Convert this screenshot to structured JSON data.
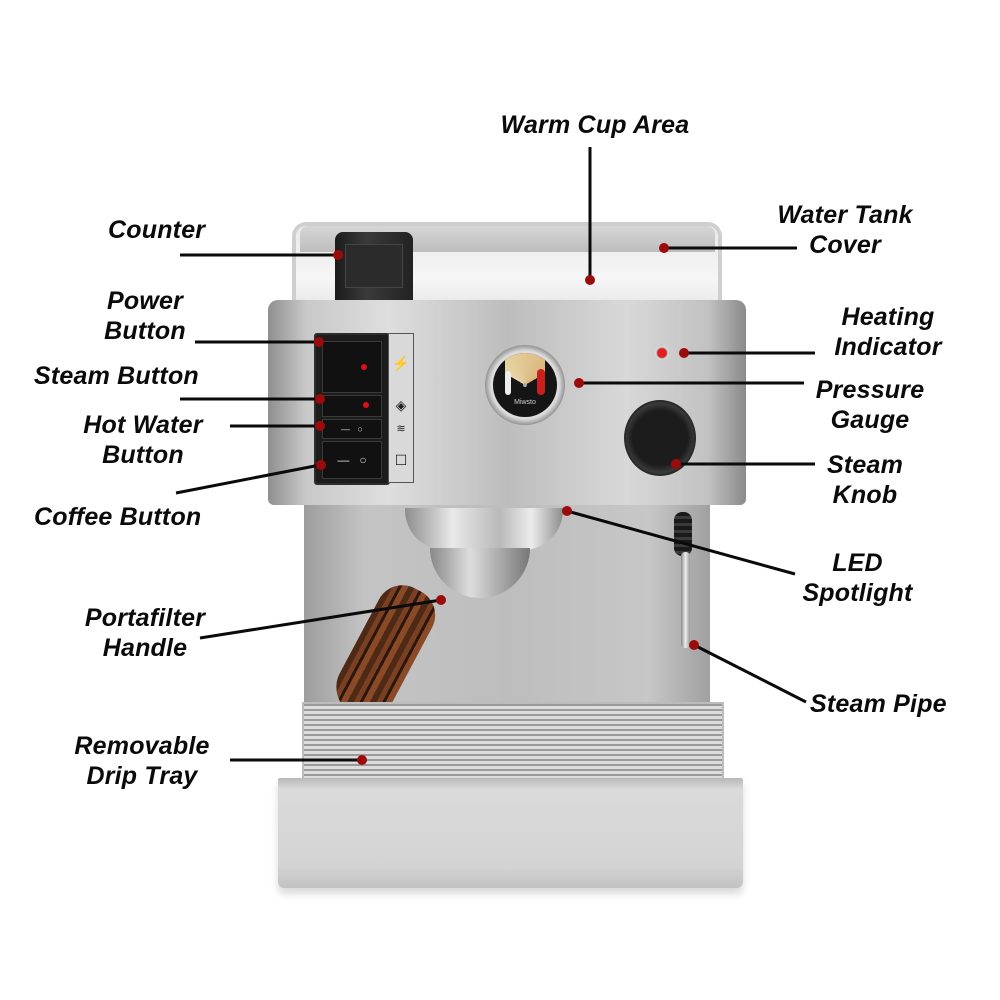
{
  "diagram": {
    "subject": "espresso machine",
    "dot_color": "#9b0b0b",
    "line_color": "#0a0a0a",
    "labels": [
      {
        "id": "warm-cup-area",
        "lines": [
          "Warm Cup Area"
        ]
      },
      {
        "id": "counter",
        "lines": [
          "Counter"
        ]
      },
      {
        "id": "water-tank-cover",
        "lines": [
          "Water Tank",
          "Cover"
        ]
      },
      {
        "id": "power-button",
        "lines": [
          "Power",
          "Button"
        ]
      },
      {
        "id": "heating-indicator",
        "lines": [
          "Heating",
          "Indicator"
        ]
      },
      {
        "id": "steam-button",
        "lines": [
          "Steam Button"
        ]
      },
      {
        "id": "pressure-gauge",
        "lines": [
          "Pressure",
          "Gauge"
        ]
      },
      {
        "id": "hot-water-button",
        "lines": [
          "Hot Water",
          "Button"
        ]
      },
      {
        "id": "steam-knob",
        "lines": [
          "Steam",
          "Knob"
        ]
      },
      {
        "id": "coffee-button",
        "lines": [
          "Coffee Button"
        ]
      },
      {
        "id": "led-spotlight",
        "lines": [
          "LED",
          "Spotlight"
        ]
      },
      {
        "id": "portafilter-handle",
        "lines": [
          "Portafilter",
          "Handle"
        ]
      },
      {
        "id": "steam-pipe",
        "lines": [
          "Steam Pipe"
        ]
      },
      {
        "id": "removable-drip-tray",
        "lines": [
          "Removable",
          "Drip Tray"
        ]
      }
    ],
    "gauge_brand": "Miwsto"
  }
}
